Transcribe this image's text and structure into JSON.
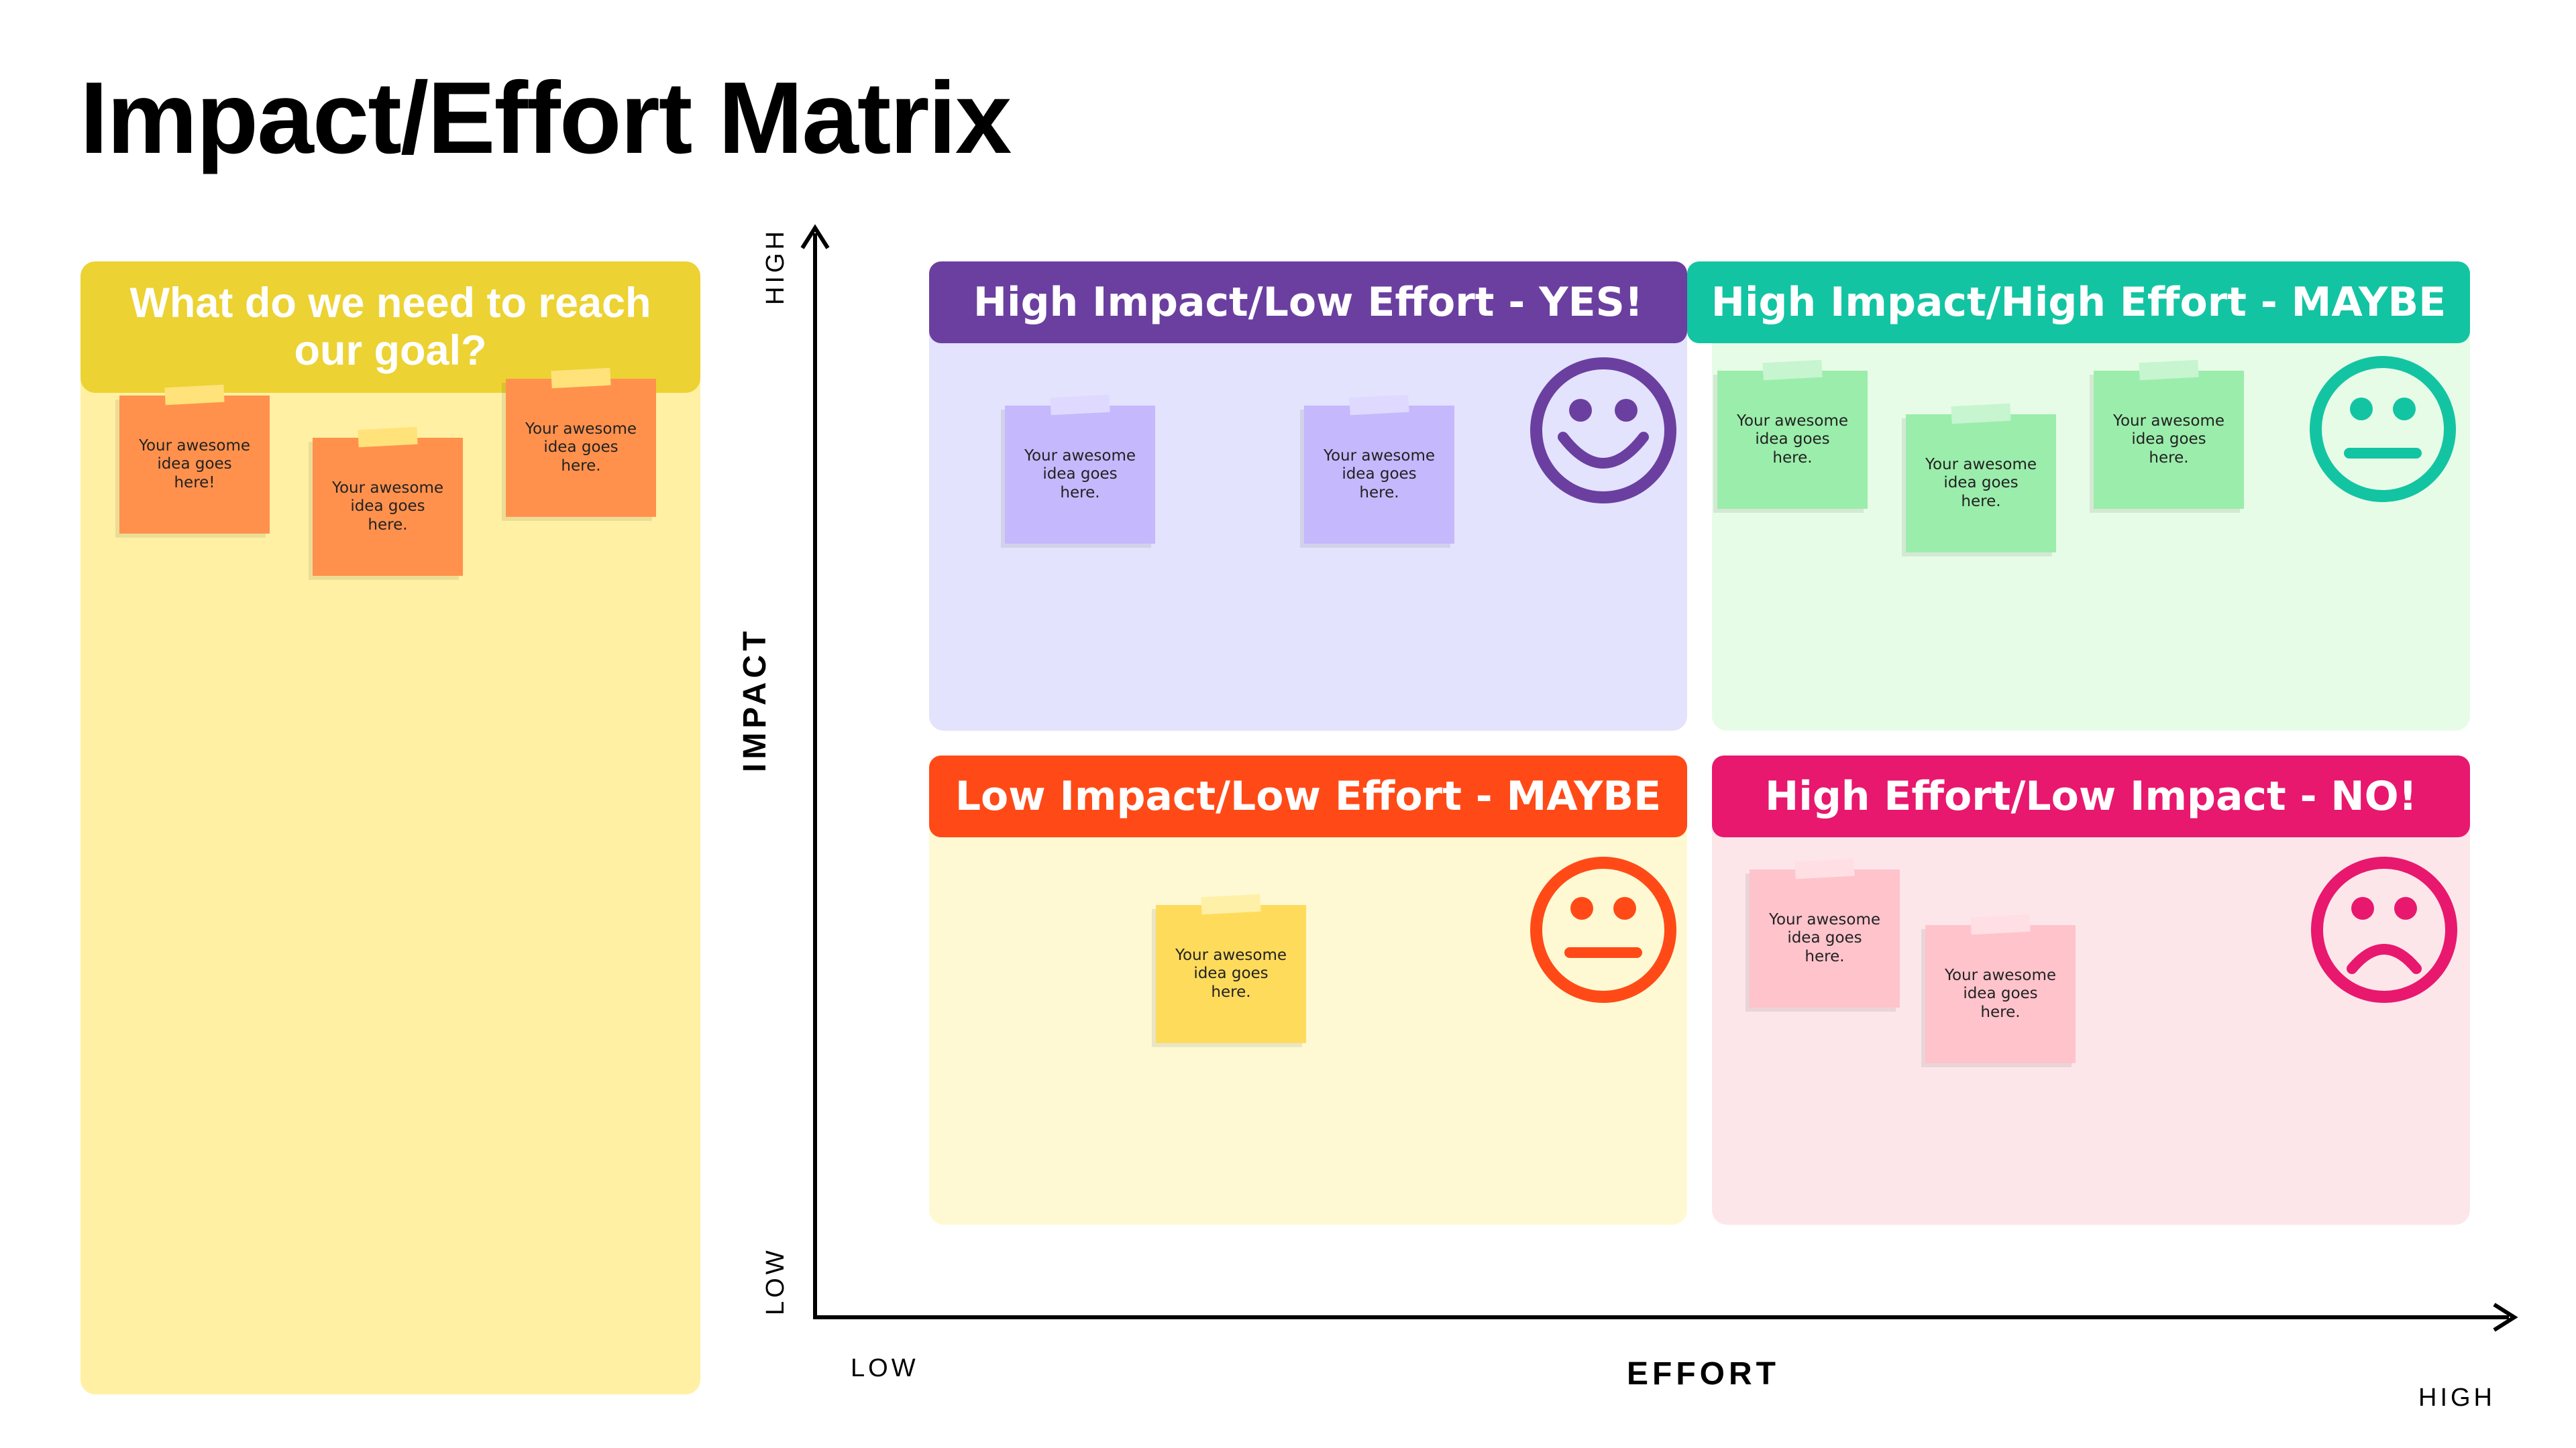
{
  "title": "Impact/Effort Matrix",
  "goal_panel": {
    "header": "What do we need to reach our goal?",
    "notes": [
      {
        "text": "Your awesome idea goes here!"
      },
      {
        "text": "Your awesome idea goes here."
      },
      {
        "text": "Your awesome idea goes here."
      }
    ]
  },
  "axes": {
    "y_label": "IMPACT",
    "y_high": "HIGH",
    "y_low": "LOW",
    "x_label": "EFFORT",
    "x_low": "LOW",
    "x_high": "HIGH"
  },
  "quadrants": {
    "top_left": {
      "title": "High Impact/Low Effort - YES!",
      "face": "smile-face-icon",
      "notes": [
        {
          "text": "Your awesome idea goes here."
        },
        {
          "text": "Your awesome idea goes here."
        }
      ]
    },
    "top_right": {
      "title": "High Impact/High Effort - MAYBE",
      "face": "neutral-face-icon",
      "notes": [
        {
          "text": "Your awesome idea goes here."
        },
        {
          "text": "Your awesome idea goes here."
        },
        {
          "text": "Your awesome idea goes here."
        }
      ]
    },
    "bottom_left": {
      "title": "Low Impact/Low Effort - MAYBE",
      "face": "neutral-face-icon",
      "notes": [
        {
          "text": "Your awesome idea goes here."
        }
      ]
    },
    "bottom_right": {
      "title": "High Effort/Low Impact - NO!",
      "face": "sad-face-icon",
      "notes": [
        {
          "text": "Your awesome idea goes here."
        },
        {
          "text": "Your awesome idea goes here."
        }
      ]
    }
  },
  "colors": {
    "goal_header": "#ecd233",
    "goal_panel": "#fff0a3",
    "goal_note": "#ff914d",
    "purple": "#6b3fa0",
    "purple_bg": "#e3e3fd",
    "purple_note": "#c5b8fc",
    "teal": "#13c4a3",
    "teal_bg": "#e7fce7",
    "green_note": "#9bedab",
    "orange": "#ff4a17",
    "yellow_bg": "#fef9d3",
    "yellow_note": "#ffdb5c",
    "pink": "#e8186e",
    "pink_bg": "#fde6ea",
    "pink_note": "#ffc3cc"
  }
}
